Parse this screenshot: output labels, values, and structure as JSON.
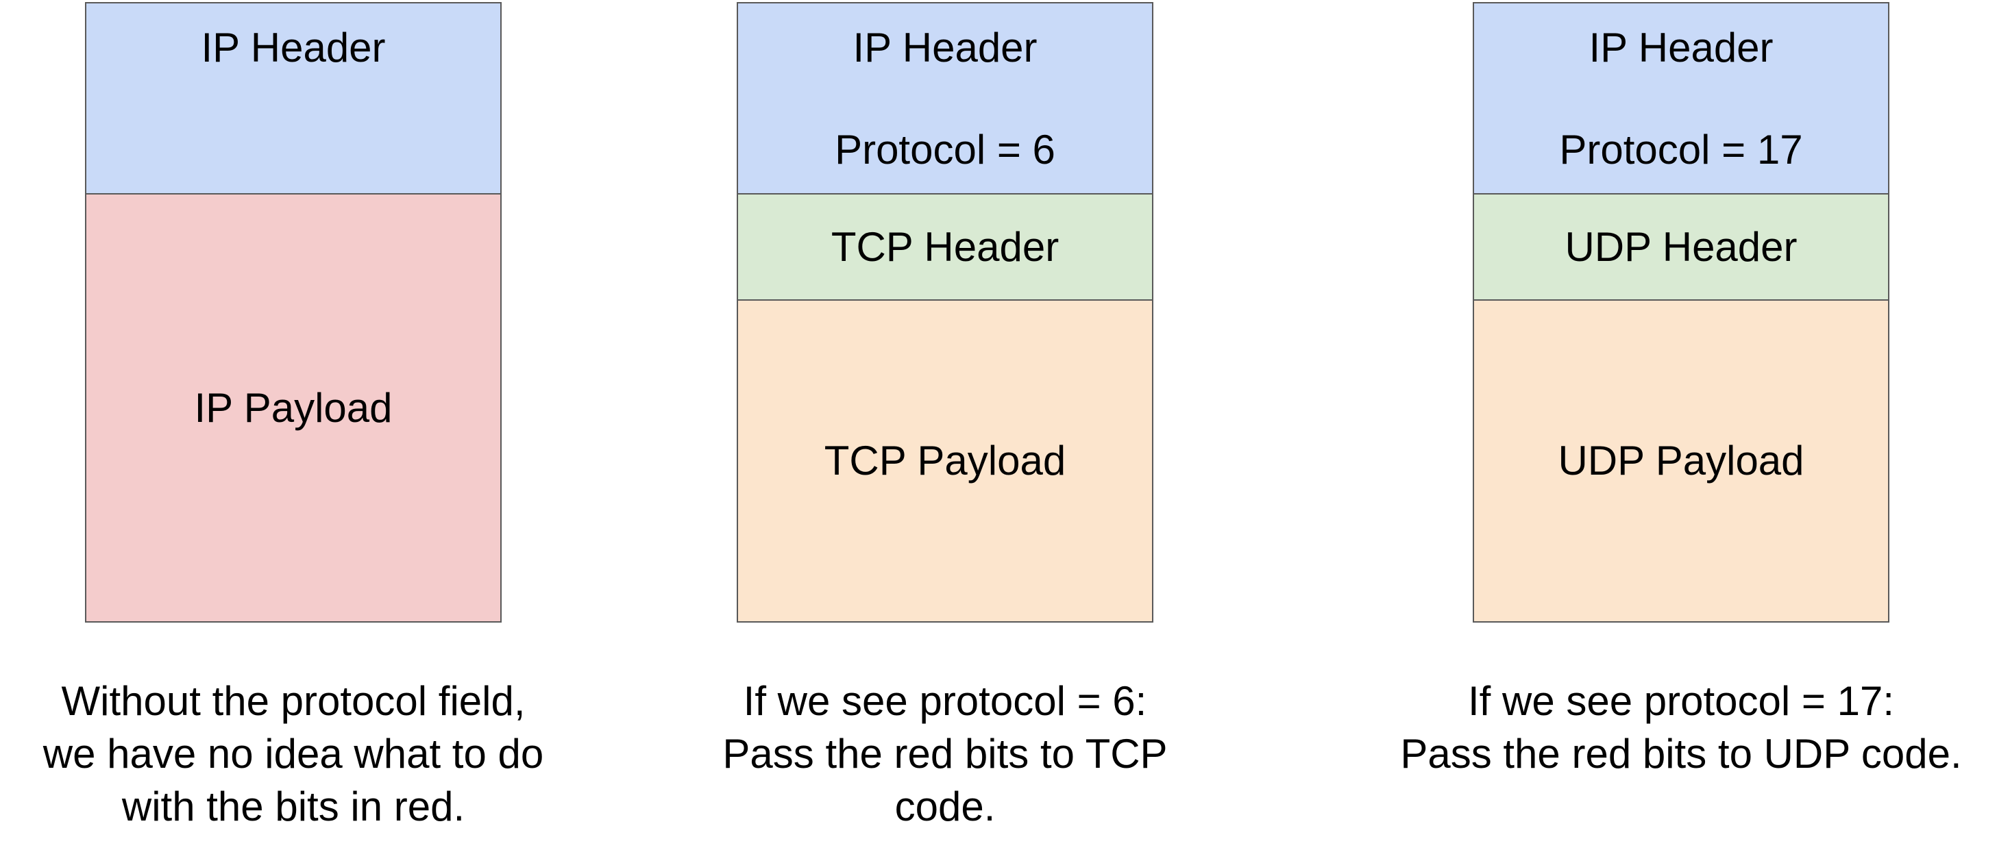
{
  "colors": {
    "ip_header": "#c9daf8",
    "ip_payload": "#f4cccc",
    "transport_header": "#d9ead3",
    "transport_payload": "#fce5cd",
    "border": "#595959"
  },
  "panels": [
    {
      "ip_header": "IP Header",
      "ip_payload": "IP Payload",
      "caption": [
        "Without the protocol field,",
        "we have no idea what to do",
        "with the bits in red."
      ]
    },
    {
      "ip_header": "IP Header",
      "protocol": "Protocol = 6",
      "transport_header": "TCP Header",
      "transport_payload": "TCP Payload",
      "caption": [
        "If we see protocol = 6:",
        "Pass the red bits to TCP",
        "code."
      ]
    },
    {
      "ip_header": "IP Header",
      "protocol": "Protocol = 17",
      "transport_header": "UDP Header",
      "transport_payload": "UDP Payload",
      "caption": [
        "If we see protocol = 17:",
        "Pass the red bits to UDP code."
      ]
    }
  ]
}
